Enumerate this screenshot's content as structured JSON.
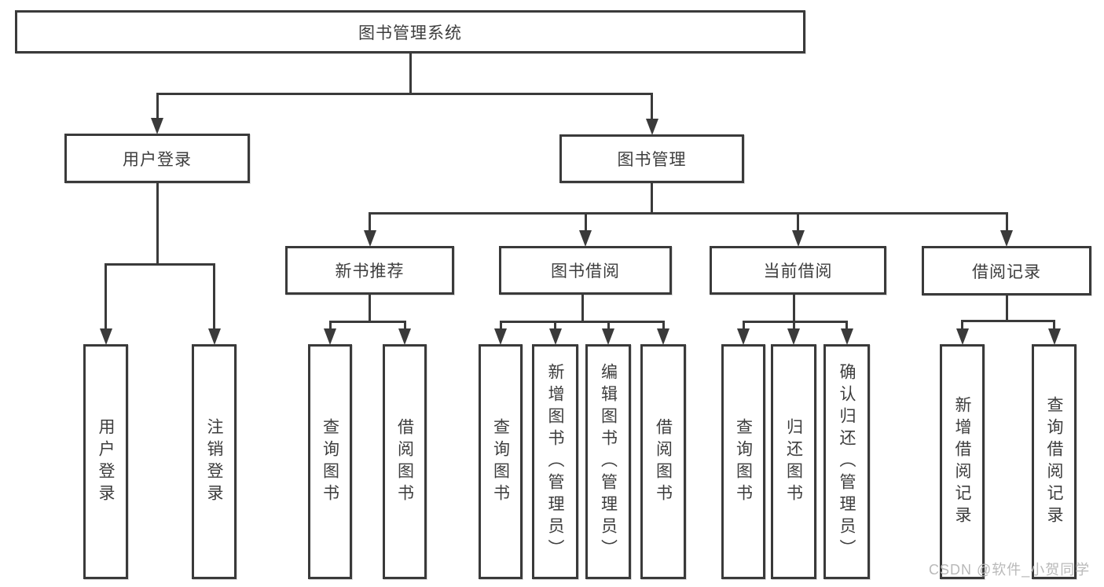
{
  "diagram": {
    "title": "图书管理系统",
    "line_color": "#3a3a3a",
    "text_color": "#3d3d3d",
    "nodes": [
      {
        "id": "root",
        "label": "图书管理系统",
        "children": [
          "user-login",
          "book-mgmt"
        ]
      },
      {
        "id": "user-login",
        "label": "用户登录",
        "children": [
          "leaf-user-login",
          "leaf-logout"
        ]
      },
      {
        "id": "book-mgmt",
        "label": "图书管理",
        "children": [
          "new-book-rec",
          "book-borrow",
          "current-borrow",
          "borrow-records"
        ]
      },
      {
        "id": "new-book-rec",
        "label": "新书推荐",
        "children": [
          "leaf-nb-query",
          "leaf-nb-borrow"
        ]
      },
      {
        "id": "book-borrow",
        "label": "图书借阅",
        "children": [
          "leaf-bb-query",
          "leaf-bb-add",
          "leaf-bb-edit",
          "leaf-bb-borrow"
        ]
      },
      {
        "id": "current-borrow",
        "label": "当前借阅",
        "children": [
          "leaf-cb-query",
          "leaf-cb-return",
          "leaf-cb-confirm"
        ]
      },
      {
        "id": "borrow-records",
        "label": "借阅记录",
        "children": [
          "leaf-br-add",
          "leaf-br-query"
        ]
      },
      {
        "id": "leaf-user-login",
        "label": "用户登录",
        "children": []
      },
      {
        "id": "leaf-logout",
        "label": "注销登录",
        "children": []
      },
      {
        "id": "leaf-nb-query",
        "label": "查询图书",
        "children": []
      },
      {
        "id": "leaf-nb-borrow",
        "label": "借阅图书",
        "children": []
      },
      {
        "id": "leaf-bb-query",
        "label": "查询图书",
        "children": []
      },
      {
        "id": "leaf-bb-add",
        "label": "新增图书（管理员）",
        "children": []
      },
      {
        "id": "leaf-bb-edit",
        "label": "编辑图书（管理员）",
        "children": []
      },
      {
        "id": "leaf-bb-borrow",
        "label": "借阅图书",
        "children": []
      },
      {
        "id": "leaf-cb-query",
        "label": "查询图书",
        "children": []
      },
      {
        "id": "leaf-cb-return",
        "label": "归还图书",
        "children": []
      },
      {
        "id": "leaf-cb-confirm",
        "label": "确认归还（管理员）",
        "children": []
      },
      {
        "id": "leaf-br-add",
        "label": "新增借阅记录",
        "children": []
      },
      {
        "id": "leaf-br-query",
        "label": "查询借阅记录",
        "children": []
      }
    ]
  },
  "watermark": {
    "text": "CSDN @软件_小贺同学",
    "color": "#b9b9b9"
  }
}
